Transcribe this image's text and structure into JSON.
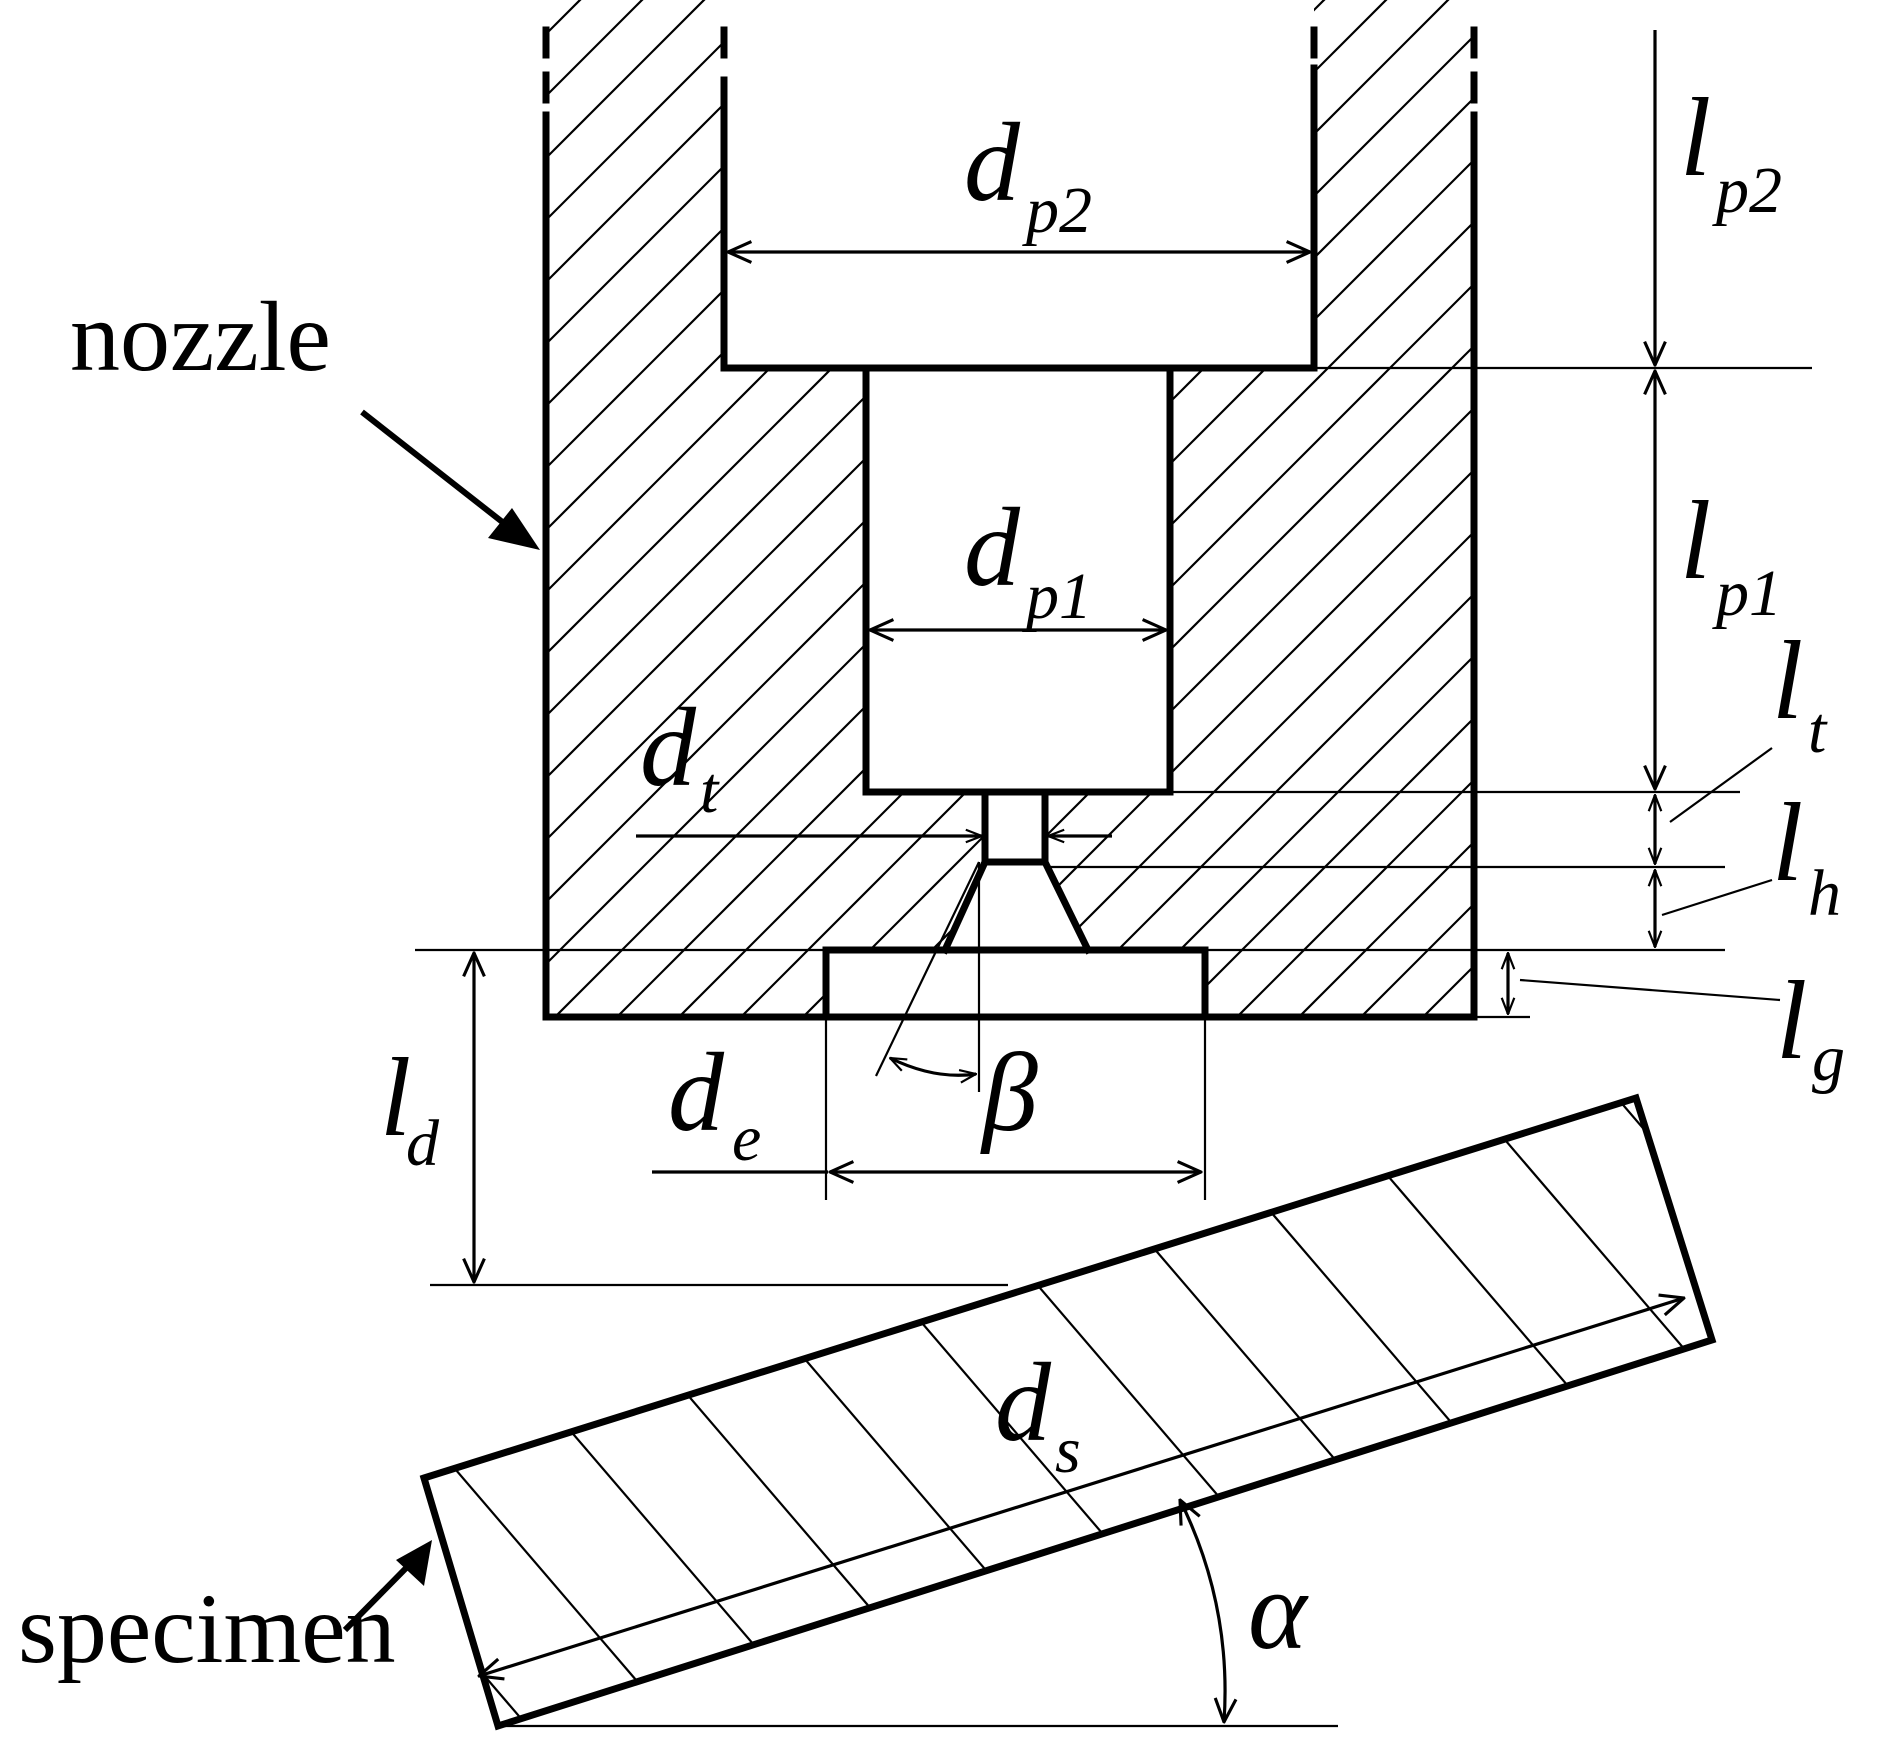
{
  "diagram": {
    "labels": {
      "nozzle": "nozzle",
      "specimen": "specimen",
      "dp2": "d",
      "dp2_sub": "p2",
      "dp1": "d",
      "dp1_sub": "p1",
      "dt": "d",
      "dt_sub": "t",
      "de": "d",
      "de_sub": "e",
      "ds": "d",
      "ds_sub": "s",
      "lp2": "l",
      "lp2_sub": "p2",
      "lp1": "l",
      "lp1_sub": "p1",
      "lt": "l",
      "lt_sub": "t",
      "lh": "l",
      "lh_sub": "h",
      "lg": "l",
      "lg_sub": "g",
      "ld": "l",
      "ld_sub": "d",
      "beta": "β",
      "alpha": "α"
    },
    "colors": {
      "ink": "#000000",
      "background": "#ffffff"
    }
  }
}
